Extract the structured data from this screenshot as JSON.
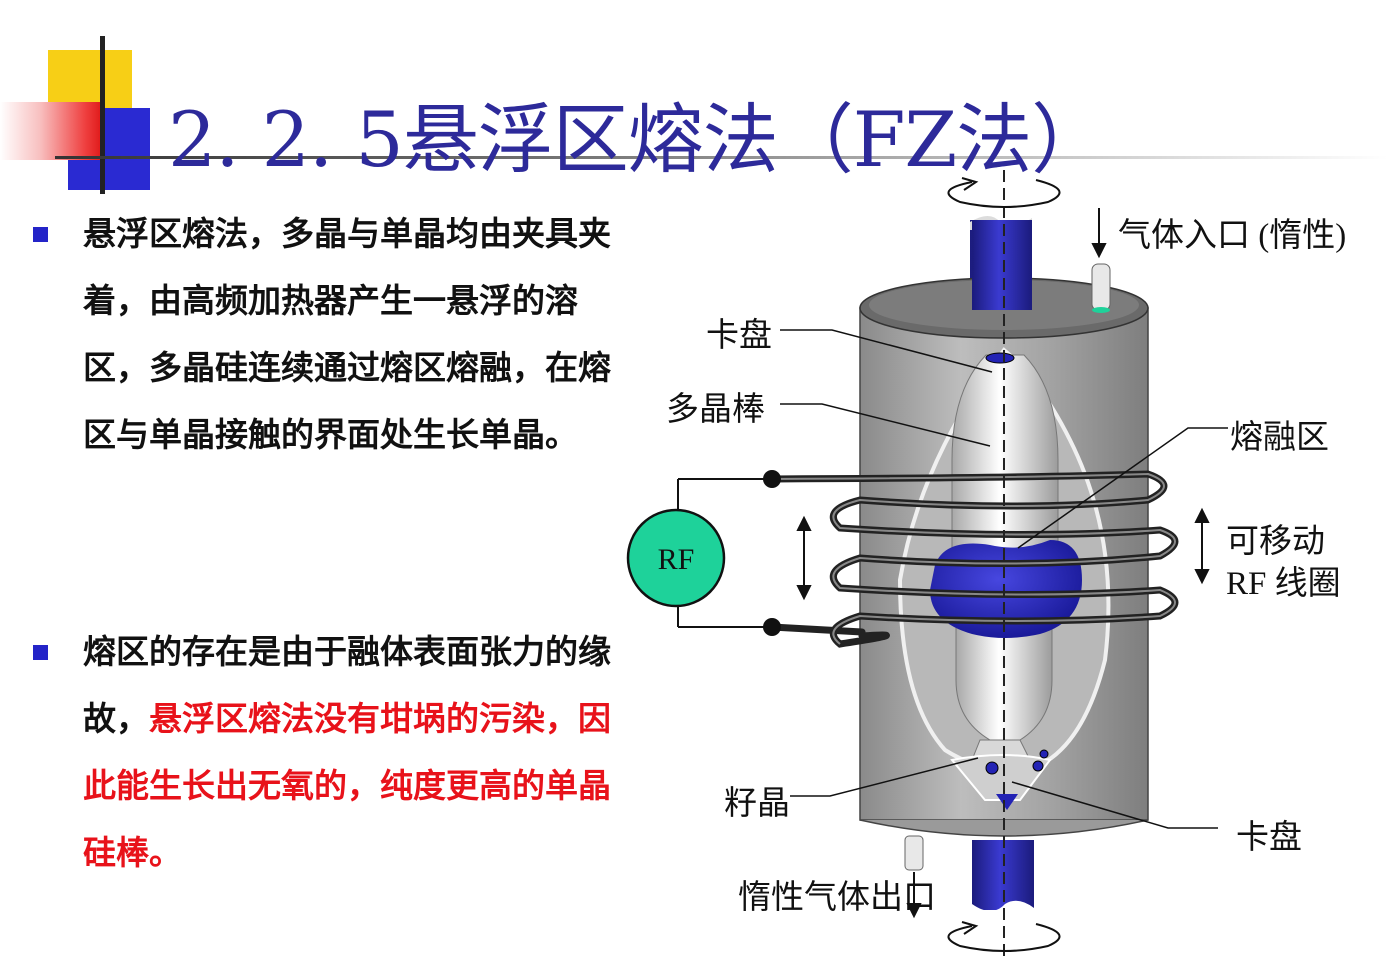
{
  "slide": {
    "title": "2. 2. 5悬浮区熔法（FZ法）",
    "bullets": [
      {
        "text": "悬浮区熔法，多晶与单晶均由夹具夹着，由高频加热器产生一悬浮的溶区，多晶硅连续通过熔区熔融，在熔区与单晶接触的界面处生长单晶。"
      },
      {
        "text": "熔区的存在是由于融体表面张力的缘故，",
        "highlight": "悬浮区熔法没有坩埚的污染，因此能生长出无氧的，纯度更高的单晶硅棒。"
      }
    ]
  },
  "diagram": {
    "labels": {
      "gas_inlet": "气体入口 (惰性)",
      "chuck_top": "卡盘",
      "poly_rod": "多晶棒",
      "melt_zone": "熔融区",
      "rf": "RF",
      "movable_rf_coil_line1": "可移动",
      "movable_rf_coil_line2": "RF 线圈",
      "seed": "籽晶",
      "chuck_bottom": "卡盘",
      "gas_outlet": "惰性气体出口"
    },
    "colors": {
      "title": "#2d2a9a",
      "bullet_square": "#2424c8",
      "highlight_text": "#e8121a",
      "rod_blue": "#2a2aa6",
      "melt_blue": "#2323b4",
      "rf_circle": "#1ed29a"
    }
  }
}
